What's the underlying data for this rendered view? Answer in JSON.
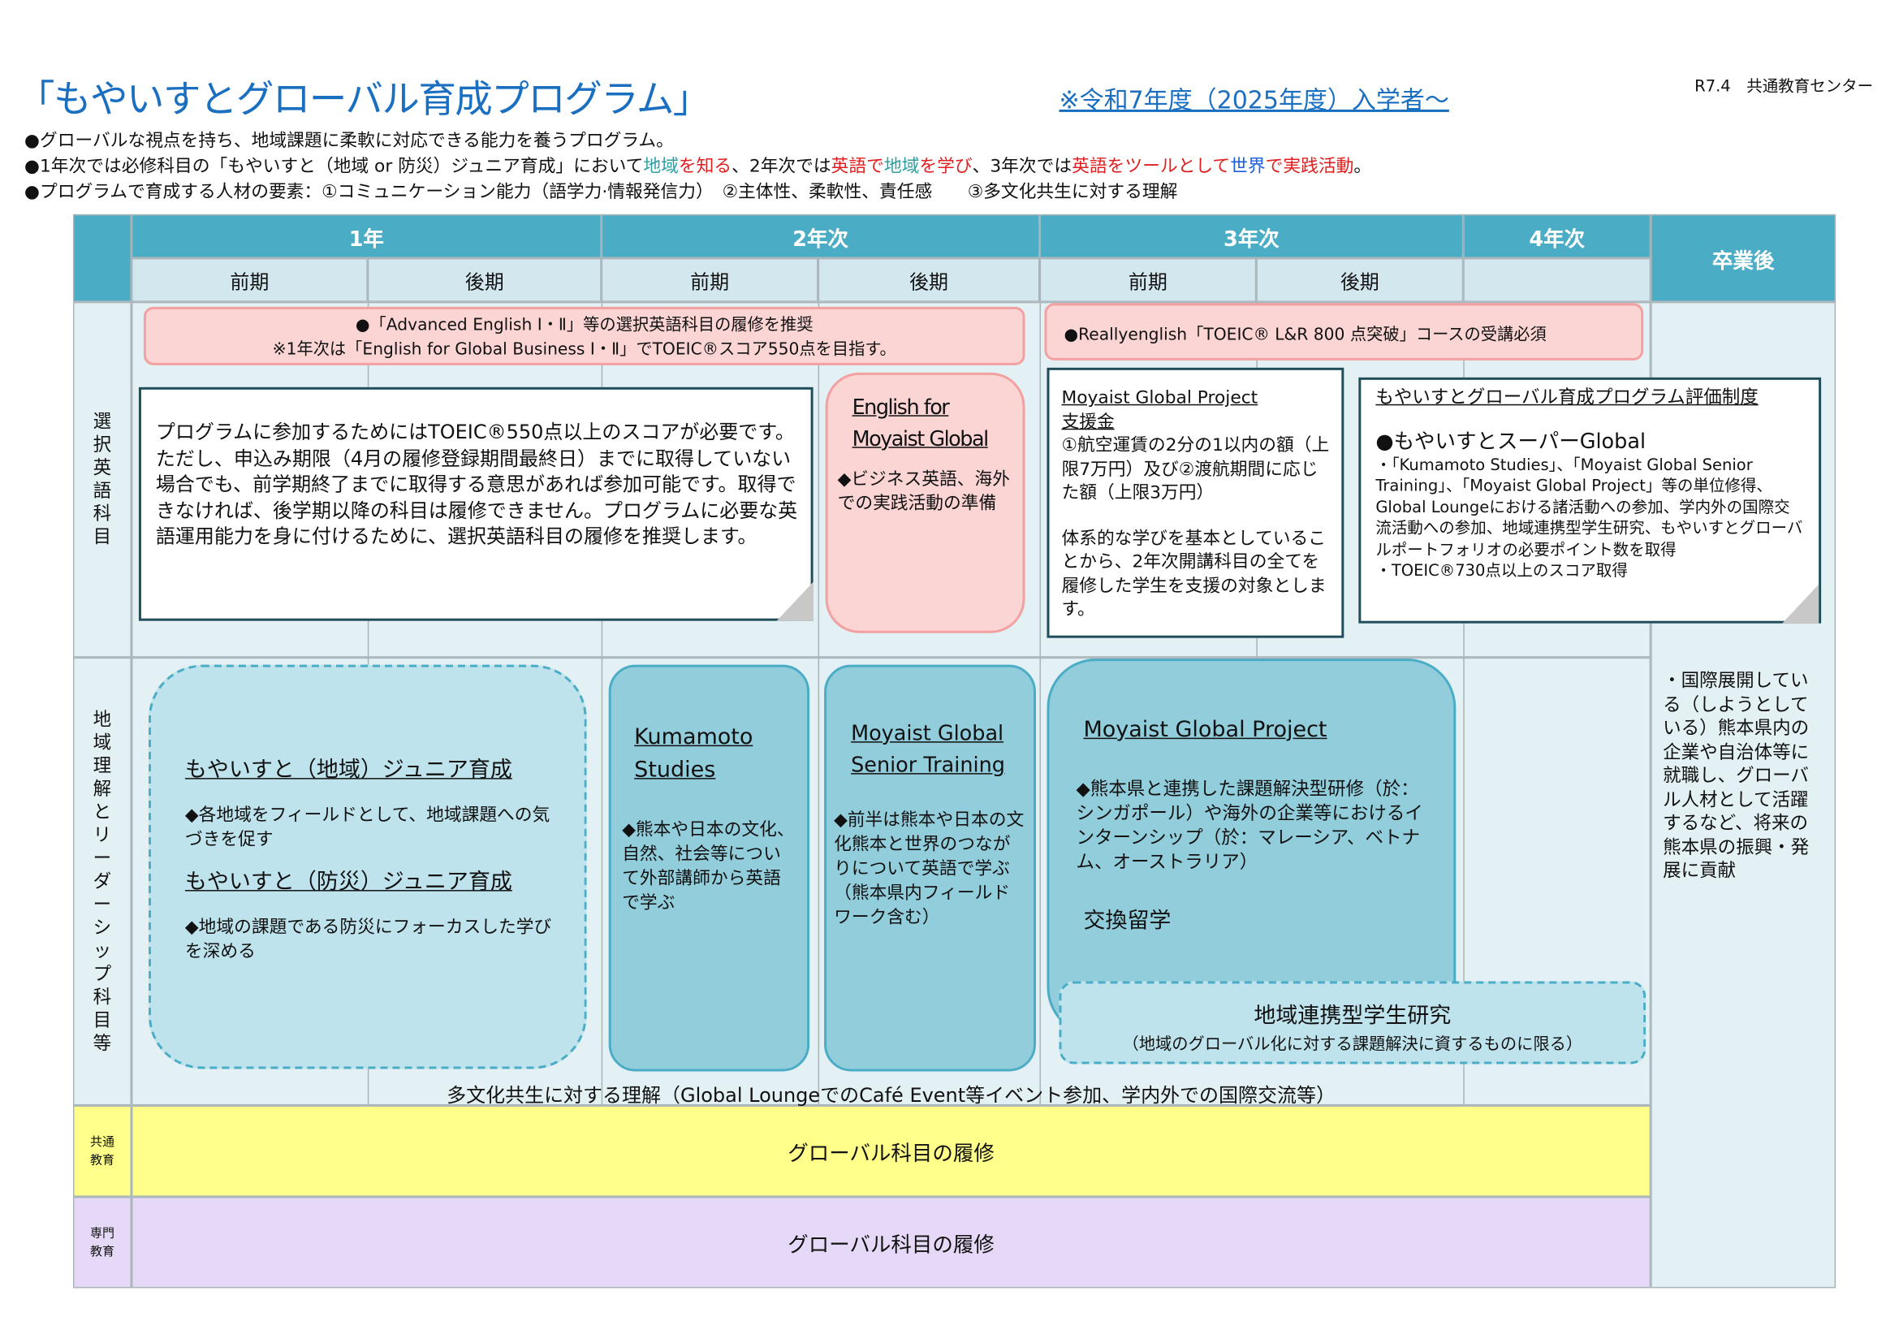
{
  "header": {
    "title": "「もやいすとグローバル育成プログラム」",
    "subtitle": "※令和7年度（2025年度）入学者～",
    "org": "R7.4　共通教育センター"
  },
  "bullets": {
    "b1": "●グローバルな視点を持ち、地域課題に柔軟に対応できる能力を養うプログラム。",
    "b2": [
      {
        "t": "●1年次では必修科目の「もやいすと（地域 or 防災）ジュニア育成」において",
        "c": ""
      },
      {
        "t": "地域",
        "c": "teal"
      },
      {
        "t": "を知る",
        "c": "red"
      },
      {
        "t": "、2年次では",
        "c": ""
      },
      {
        "t": "英語で",
        "c": "red"
      },
      {
        "t": "地域",
        "c": "teal"
      },
      {
        "t": "を学び",
        "c": "red"
      },
      {
        "t": "、3年次では",
        "c": ""
      },
      {
        "t": "英語をツールとして",
        "c": "red"
      },
      {
        "t": "世界",
        "c": "blue"
      },
      {
        "t": "で実践活動",
        "c": "red"
      },
      {
        "t": "。",
        "c": ""
      }
    ],
    "b3": "●プログラムで育成する人材の要素：①コミュニケーション能力（語学力·情報発信力）　②主体性、柔軟性、責任感　　③多文化共生に対する理解"
  },
  "table": {
    "years": [
      "1年",
      "2年次",
      "3年次",
      "4年次"
    ],
    "after": "卒業後",
    "semesters": [
      "前期",
      "後期",
      "前期",
      "後期",
      "前期",
      "後期"
    ],
    "rows": [
      "選択英語科目",
      "地域理解とリーダーシップ科目等",
      "共通教育",
      "専門教育"
    ]
  },
  "english": {
    "banner1_l1": "●「Advanced English Ⅰ・Ⅱ」等の選択英語科目の履修を推奨",
    "banner1_l2": "※1年次は「English for Global Business Ⅰ・Ⅱ」でTOEIC®スコア550点を目指す。",
    "banner2": "●Reallyenglish「TOEIC® L&R 800 点突破」コースの受講必須",
    "callout": "プログラムに参加するためにはTOEIC®550点以上のスコアが必要です。ただし、申込み期限（4月の履修登録期間最終日）までに取得していない場合でも、前学期終了までに取得する意思があれば参加可能です。取得できなければ、後学期以降の科目は履修できません。プログラムに必要な英語運用能力を身に付けるために、選択英語科目の履修を推奨します。",
    "efmg_title1": "English for",
    "efmg_title2": "Moyaist Global",
    "efmg_desc": "◆ビジネス英語、海外での実践活動の準備",
    "support_title1": "Moyaist Global Project",
    "support_title2": "支援金",
    "support_body1": "①航空運賃の2分の1以内の額（上限7万円）及び②渡航期間に応じた額（上限3万円）",
    "support_body2": "体系的な学びを基本としていることから、2年次開講科目の全てを履修した学生を支援の対象とします。",
    "eval_title": "もやいすとグローバル育成プログラム評価制度",
    "eval_head": "●もやいすとスーパーGlobal",
    "eval_body1": "・「Kumamoto Studies」、「Moyaist Global Senior Training」、「Moyaist Global Project」等の単位修得、Global Loungeにおける諸活動への参加、学内外の国際交流活動への参加、地域連携型学生研究、もやいすとグローバルポートフォリオの必要ポイント数を取得",
    "eval_body2": "・TOEIC®730点以上のスコア取得"
  },
  "regional": {
    "junior1_title": "もやいすと（地域）ジュニア育成",
    "junior1_desc": "◆各地域をフィールドとして、地域課題への気づきを促す",
    "junior2_title": "もやいすと（防災）ジュニア育成",
    "junior2_desc": "◆地域の課題である防災にフォーカスした学びを深める",
    "ks_title": "Kumamoto Studies",
    "ks_desc": "◆熊本や日本の文化、自然、社会等について外部講師から英語で学ぶ",
    "mgst_title": "Moyaist Global Senior Training",
    "mgst_desc": "◆前半は熊本や日本の文化熊本と世界のつながりについて英語で学ぶ（熊本県内フィールドワーク含む）",
    "mgp_title": "Moyaist Global Project",
    "mgp_desc": "◆熊本県と連携した課題解決型研修（於：シンガポール）や海外の企業等におけるインターンシップ（於：マレーシア、ベトナム、オーストラリア）",
    "exchange": "交換留学",
    "research_title": "地域連携型学生研究",
    "research_note": "（地域のグローバル化に対する課題解決に資するものに限る）",
    "multicultural": "多文化共生に対する理解（Global LoungeでのCafé Event等イベント参加、学内外での国際交流等）",
    "after_text": "・国際展開している（しようとしている）熊本県内の企業や自治体等に就職し、グローバル人材として活躍するなど、将来の熊本県の振興・発展に貢献"
  },
  "common": {
    "label": "グローバル科目の履修"
  },
  "major": {
    "label": "グローバル科目の履修"
  },
  "colors": {
    "accent": "#4bacc6",
    "title": "#1a6fc0",
    "common": "#ffff8a",
    "major": "#e6d9f7"
  }
}
